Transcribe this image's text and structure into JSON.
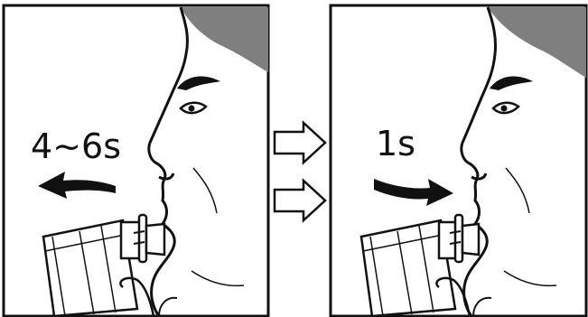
{
  "panels": [
    {
      "id": "exhale",
      "duration_label": "4~6s",
      "airflow_direction": "away-from-mouth"
    },
    {
      "id": "inhale",
      "duration_label": "1s",
      "airflow_direction": "toward-mouth"
    }
  ],
  "connector": {
    "arrow_count": 2,
    "direction": "right"
  },
  "colors": {
    "line": "#111111",
    "hair": "#7f7f7f",
    "background": "#ffffff"
  }
}
